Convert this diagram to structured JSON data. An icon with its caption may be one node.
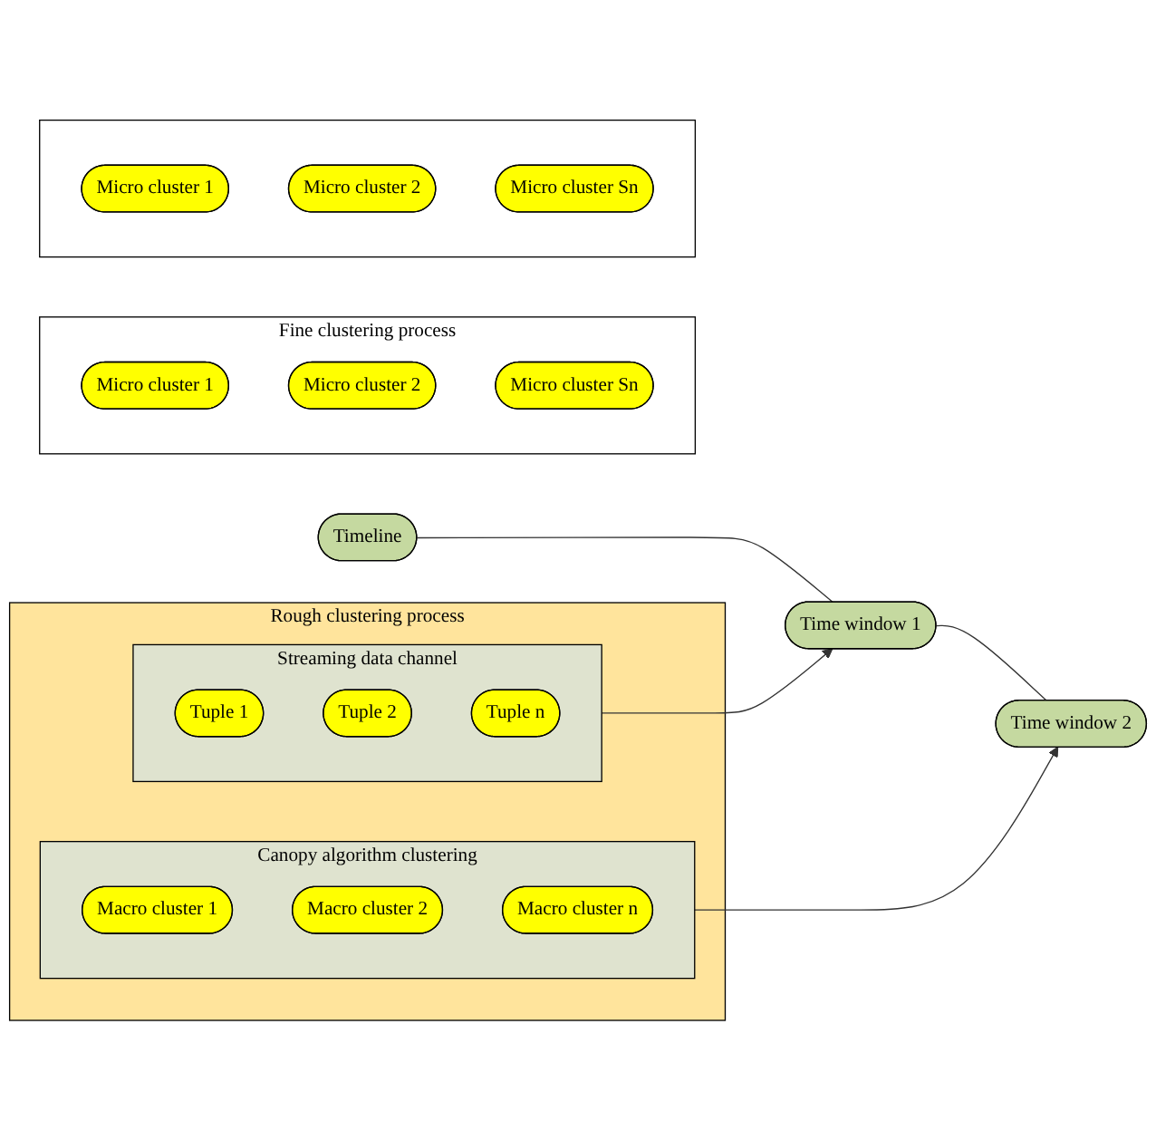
{
  "diagram": {
    "nodes": [
      {
        "text": [
          "Timeline"
        ]
      },
      {
        "text": [
          "Rough clustering process"
        ]
      },
      {
        "text": [
          "Streaming data channel"
        ],
        "in": 1
      },
      {
        "text": [
          "Tuple 1"
        ],
        "in": 2
      },
      {
        "text": [
          "Tuple 2"
        ],
        "in": 2
      },
      {
        "text": [
          "Tuple n"
        ],
        "in": 2
      },
      {
        "text": [
          "Canopy algorithm clustering"
        ],
        "in": 1
      },
      {
        "text": [
          "Macro cluster 1"
        ],
        "in": 6
      },
      {
        "text": [
          "Macro cluster 2"
        ],
        "in": 6
      },
      {
        "text": [
          "Macro cluster n"
        ],
        "in": 6
      },
      {
        "text": [
          "Time window 1"
        ]
      },
      {
        "text": [
          "Time window 2"
        ]
      },
      {
        "text": [
          "Fine clustering process"
        ]
      },
      {
        "text": [
          "Micro cluster 1"
        ],
        "in": 12
      },
      {
        "text": [
          "Micro cluster 2"
        ],
        "in": 12
      },
      {
        "text": [
          "Micro cluster Sn"
        ],
        "in": 12
      },
      {
        "text": [],
        "shape": "box"
      },
      {
        "text": [
          "Micro cluster 1"
        ],
        "in": 16
      },
      {
        "text": [
          "Micro cluster 2"
        ],
        "in": 16
      },
      {
        "text": [
          "Micro cluster Sn"
        ],
        "in": 16
      }
    ],
    "edges": [
      {
        "from": 0,
        "to": 10,
        "arrow": "none"
      },
      {
        "from": 10,
        "to": 11,
        "arrow": "none"
      },
      {
        "from": 2,
        "to": 10,
        "arrow": "to"
      },
      {
        "from": 6,
        "to": 11,
        "arrow": "to"
      }
    ]
  }
}
